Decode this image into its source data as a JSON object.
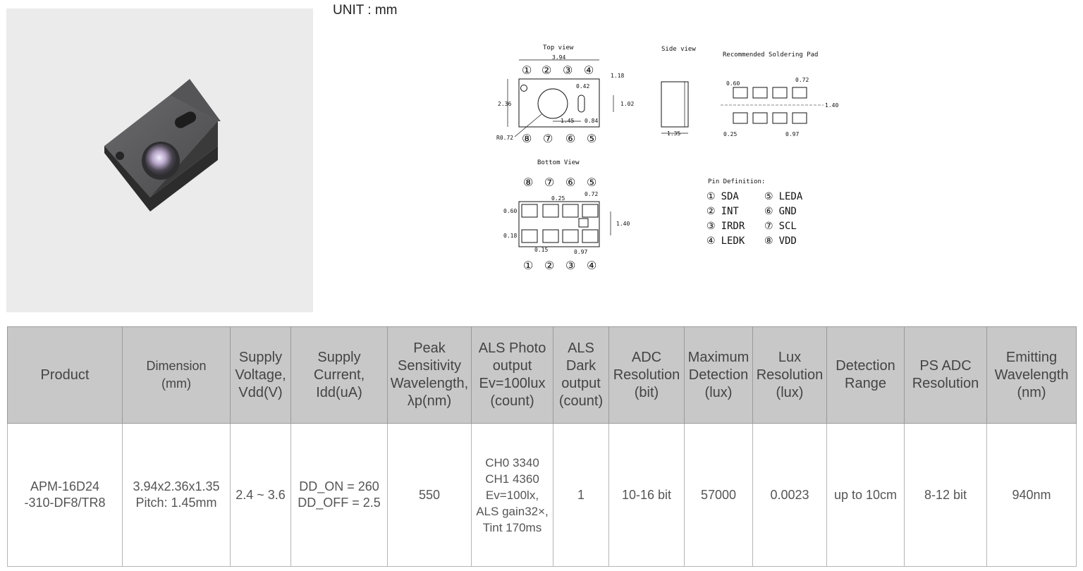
{
  "unit_label": "UNIT : mm",
  "drawing": {
    "top_view": "Top view",
    "side_view": "Side view",
    "pad_title": "Recommended Soldering Pad",
    "bottom_view": "Bottom View",
    "pin_def_title": "Pin Definition:",
    "top_dims": {
      "width": "3.94",
      "height": "2.36",
      "lens_to_pad": "1.45",
      "pad_w": "0.84",
      "pad_hole": "0.42",
      "dim_118": "1.18",
      "dim_102": "1.02",
      "radius": "R0.72"
    },
    "side_dims": {
      "width": "1.35"
    },
    "pad_dims": {
      "d060": "0.60",
      "d072": "0.72",
      "d140": "1.40",
      "d025": "0.25",
      "d097": "0.97"
    },
    "bottom_dims": {
      "d025": "0.25",
      "d072": "0.72",
      "d060": "0.60",
      "d140": "1.40",
      "d018": "0.18",
      "d015": "0.15",
      "d097": "0.97"
    },
    "pins_top": [
      "①",
      "②",
      "③",
      "④"
    ],
    "pins_bottom_row": [
      "⑧",
      "⑦",
      "⑥",
      "⑤"
    ],
    "pin_defs": [
      {
        "num": "①",
        "name": "SDA"
      },
      {
        "num": "②",
        "name": "INT"
      },
      {
        "num": "③",
        "name": "IRDR"
      },
      {
        "num": "④",
        "name": "LEDK"
      },
      {
        "num": "⑤",
        "name": "LEDA"
      },
      {
        "num": "⑥",
        "name": "GND"
      },
      {
        "num": "⑦",
        "name": "SCL"
      },
      {
        "num": "⑧",
        "name": "VDD"
      }
    ]
  },
  "table": {
    "headers": [
      [
        "Product"
      ],
      [
        "Dimension",
        "(mm)"
      ],
      [
        "Supply",
        "Voltage,",
        "Vdd(V)"
      ],
      [
        "Supply",
        "Current,",
        "Idd(uA)"
      ],
      [
        "Peak",
        "Sensitivity",
        "Wavelength,",
        "λp(nm)"
      ],
      [
        "ALS Photo",
        "output",
        "Ev=100lux",
        "(count)"
      ],
      [
        "ALS",
        "Dark",
        "output",
        "(count)"
      ],
      [
        "ADC",
        "Resolution",
        "(bit)"
      ],
      [
        "Maximum",
        "Detection",
        "(lux)"
      ],
      [
        "Lux",
        "Resolution",
        "(lux)"
      ],
      [
        "Detection",
        "Range"
      ],
      [
        "PS ADC",
        "Resolution"
      ],
      [
        "Emitting",
        "Wavelength",
        "(nm)"
      ]
    ],
    "row": [
      [
        "APM-16D24",
        "-310-DF8/TR8"
      ],
      [
        "3.94x2.36x1.35",
        "Pitch: 1.45mm"
      ],
      [
        "2.4 ~ 3.6"
      ],
      [
        "DD_ON = 260",
        "DD_OFF = 2.5"
      ],
      [
        "550"
      ],
      [
        "CH0 3340",
        "CH1 4360",
        "Ev=100lx,",
        "ALS gain32×,",
        "Tint 170ms"
      ],
      [
        "1"
      ],
      [
        "10-16 bit"
      ],
      [
        "57000"
      ],
      [
        "0.0023"
      ],
      [
        "up to 10cm"
      ],
      [
        "8-12 bit"
      ],
      [
        "940nm"
      ]
    ]
  }
}
